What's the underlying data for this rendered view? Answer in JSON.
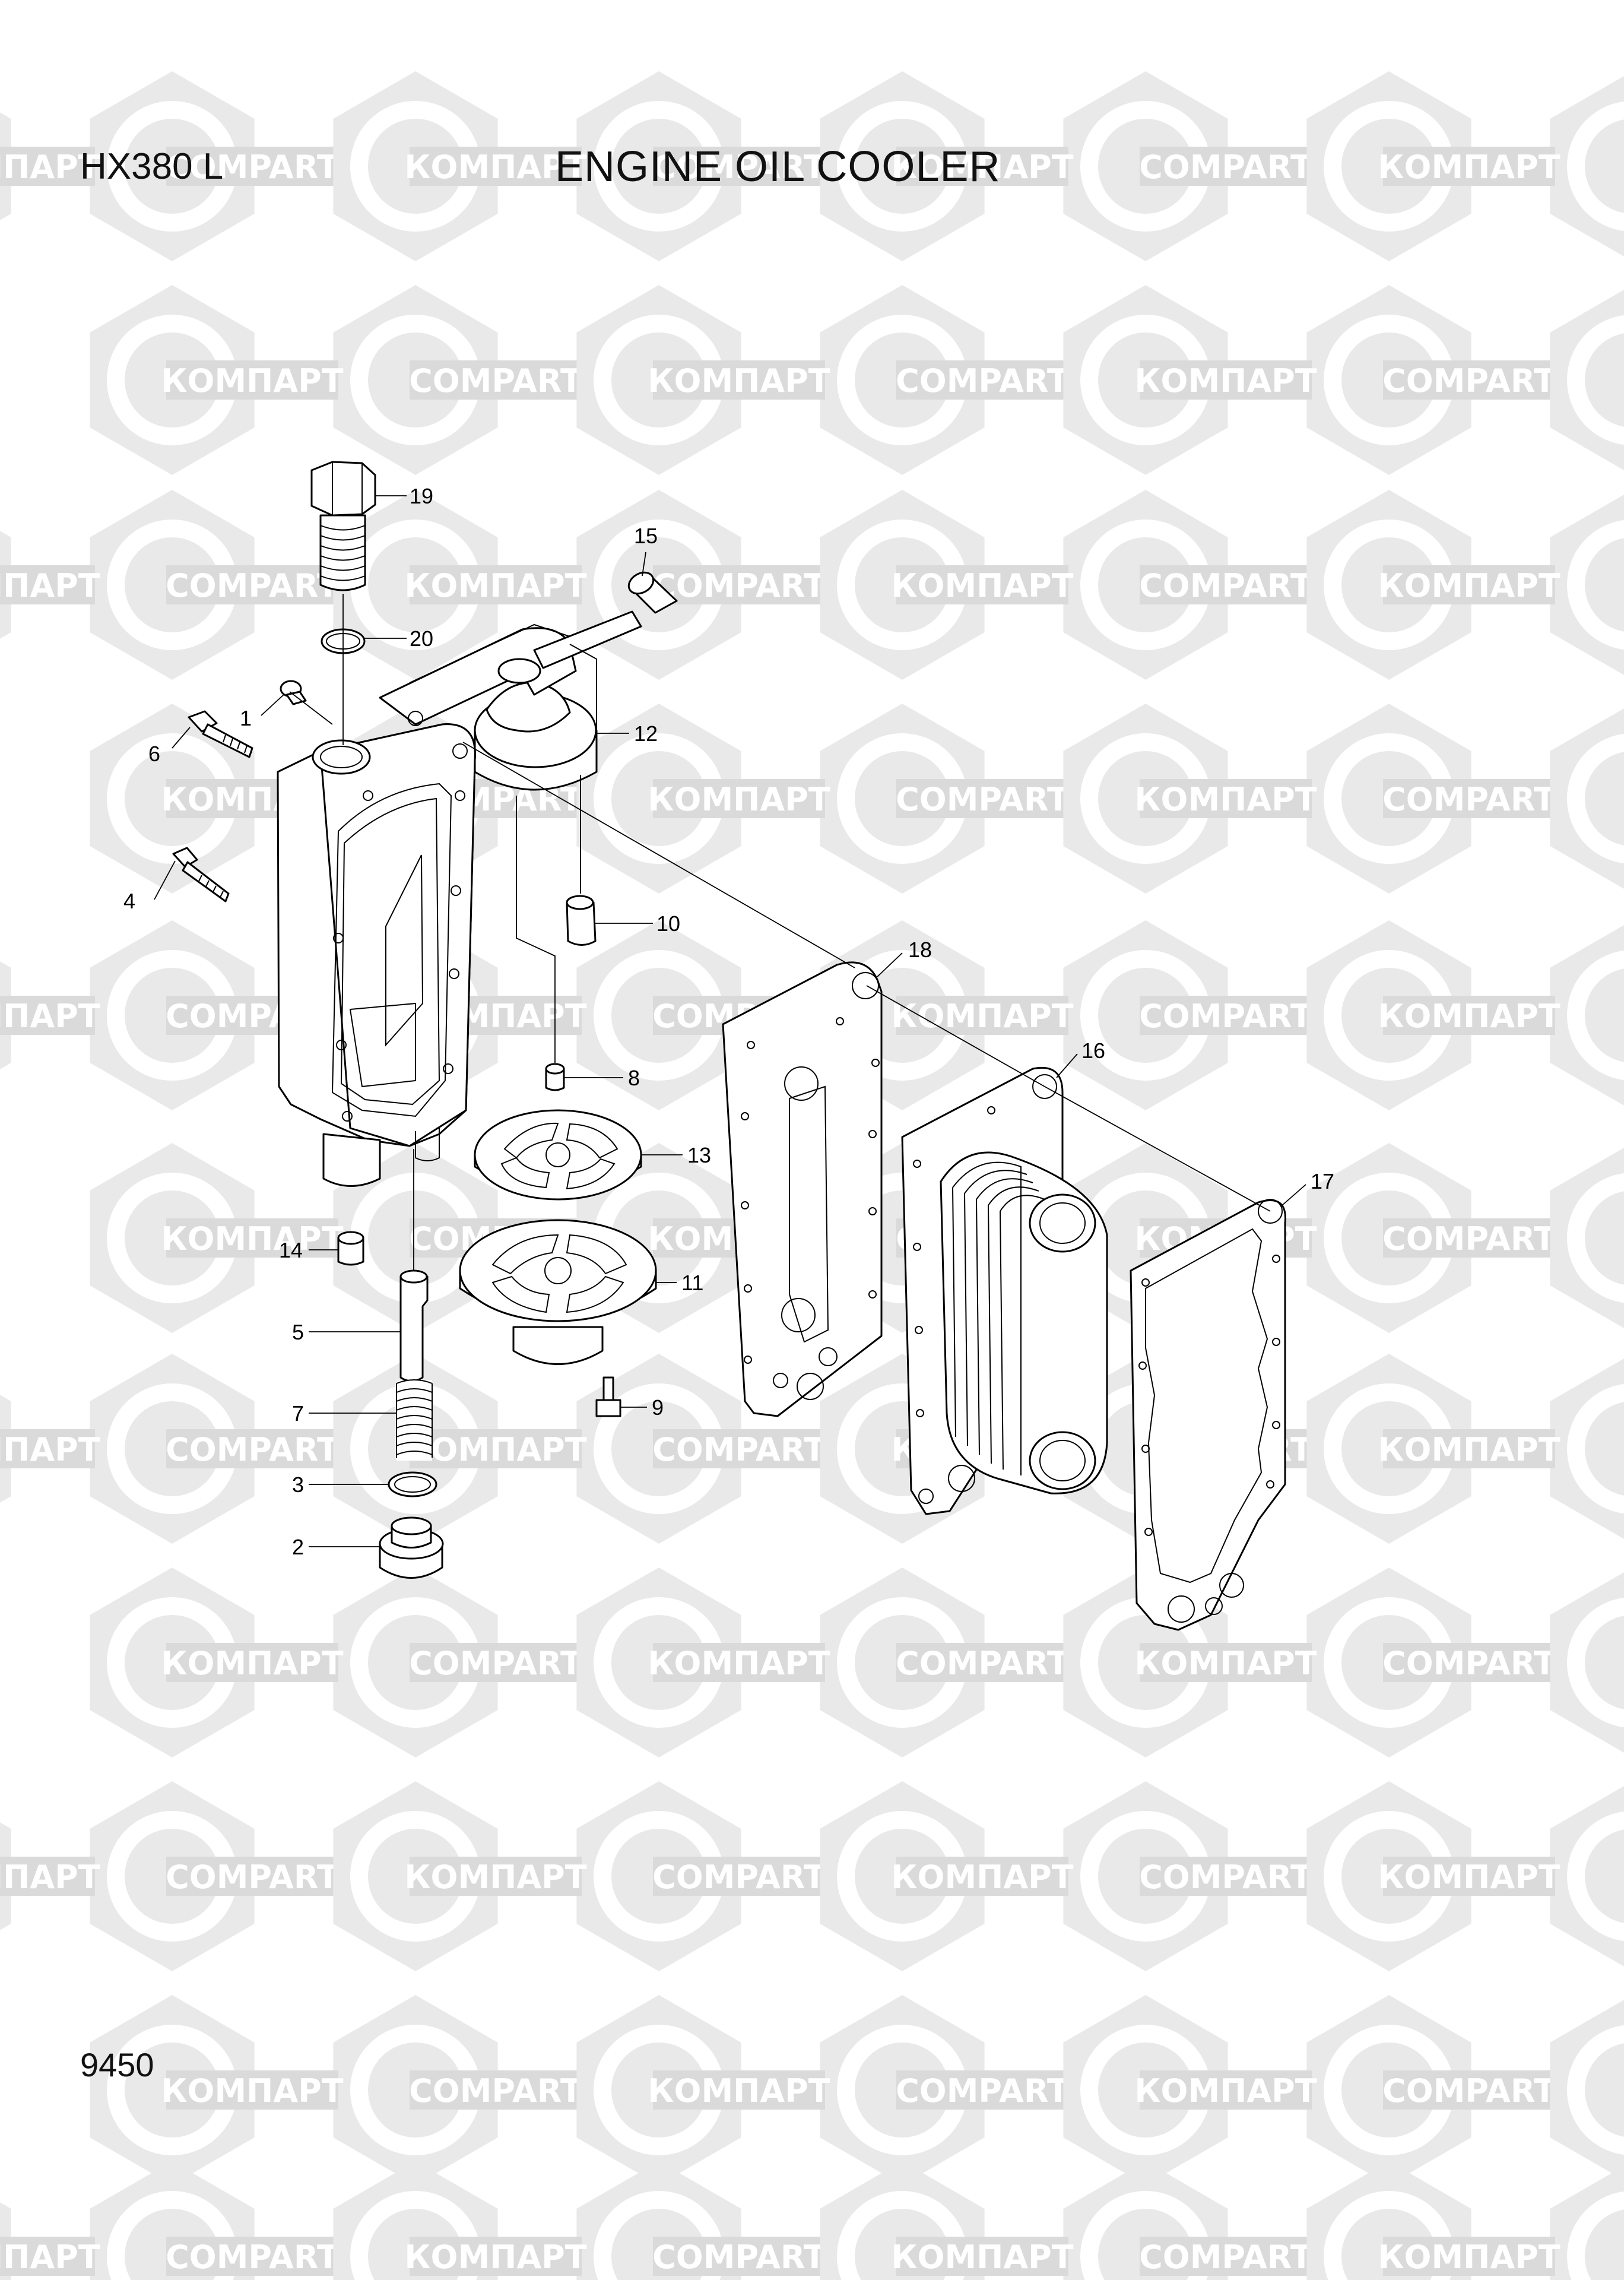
{
  "header": {
    "model": "HX380 L",
    "title": "ENGINE OIL COOLER"
  },
  "footer": {
    "page_number": "9450"
  },
  "watermark": {
    "text_cyrillic": "КОМПАРТ",
    "text_latin": "COMPART",
    "color": "#dadada"
  },
  "callouts": {
    "c1": "1",
    "c2": "2",
    "c3": "3",
    "c4": "4",
    "c5": "5",
    "c6": "6",
    "c7": "7",
    "c8": "8",
    "c9": "9",
    "c10": "10",
    "c11": "11",
    "c12": "12",
    "c13": "13",
    "c14": "14",
    "c15": "15",
    "c16": "16",
    "c17": "17",
    "c18": "18",
    "c19": "19",
    "c20": "20"
  }
}
